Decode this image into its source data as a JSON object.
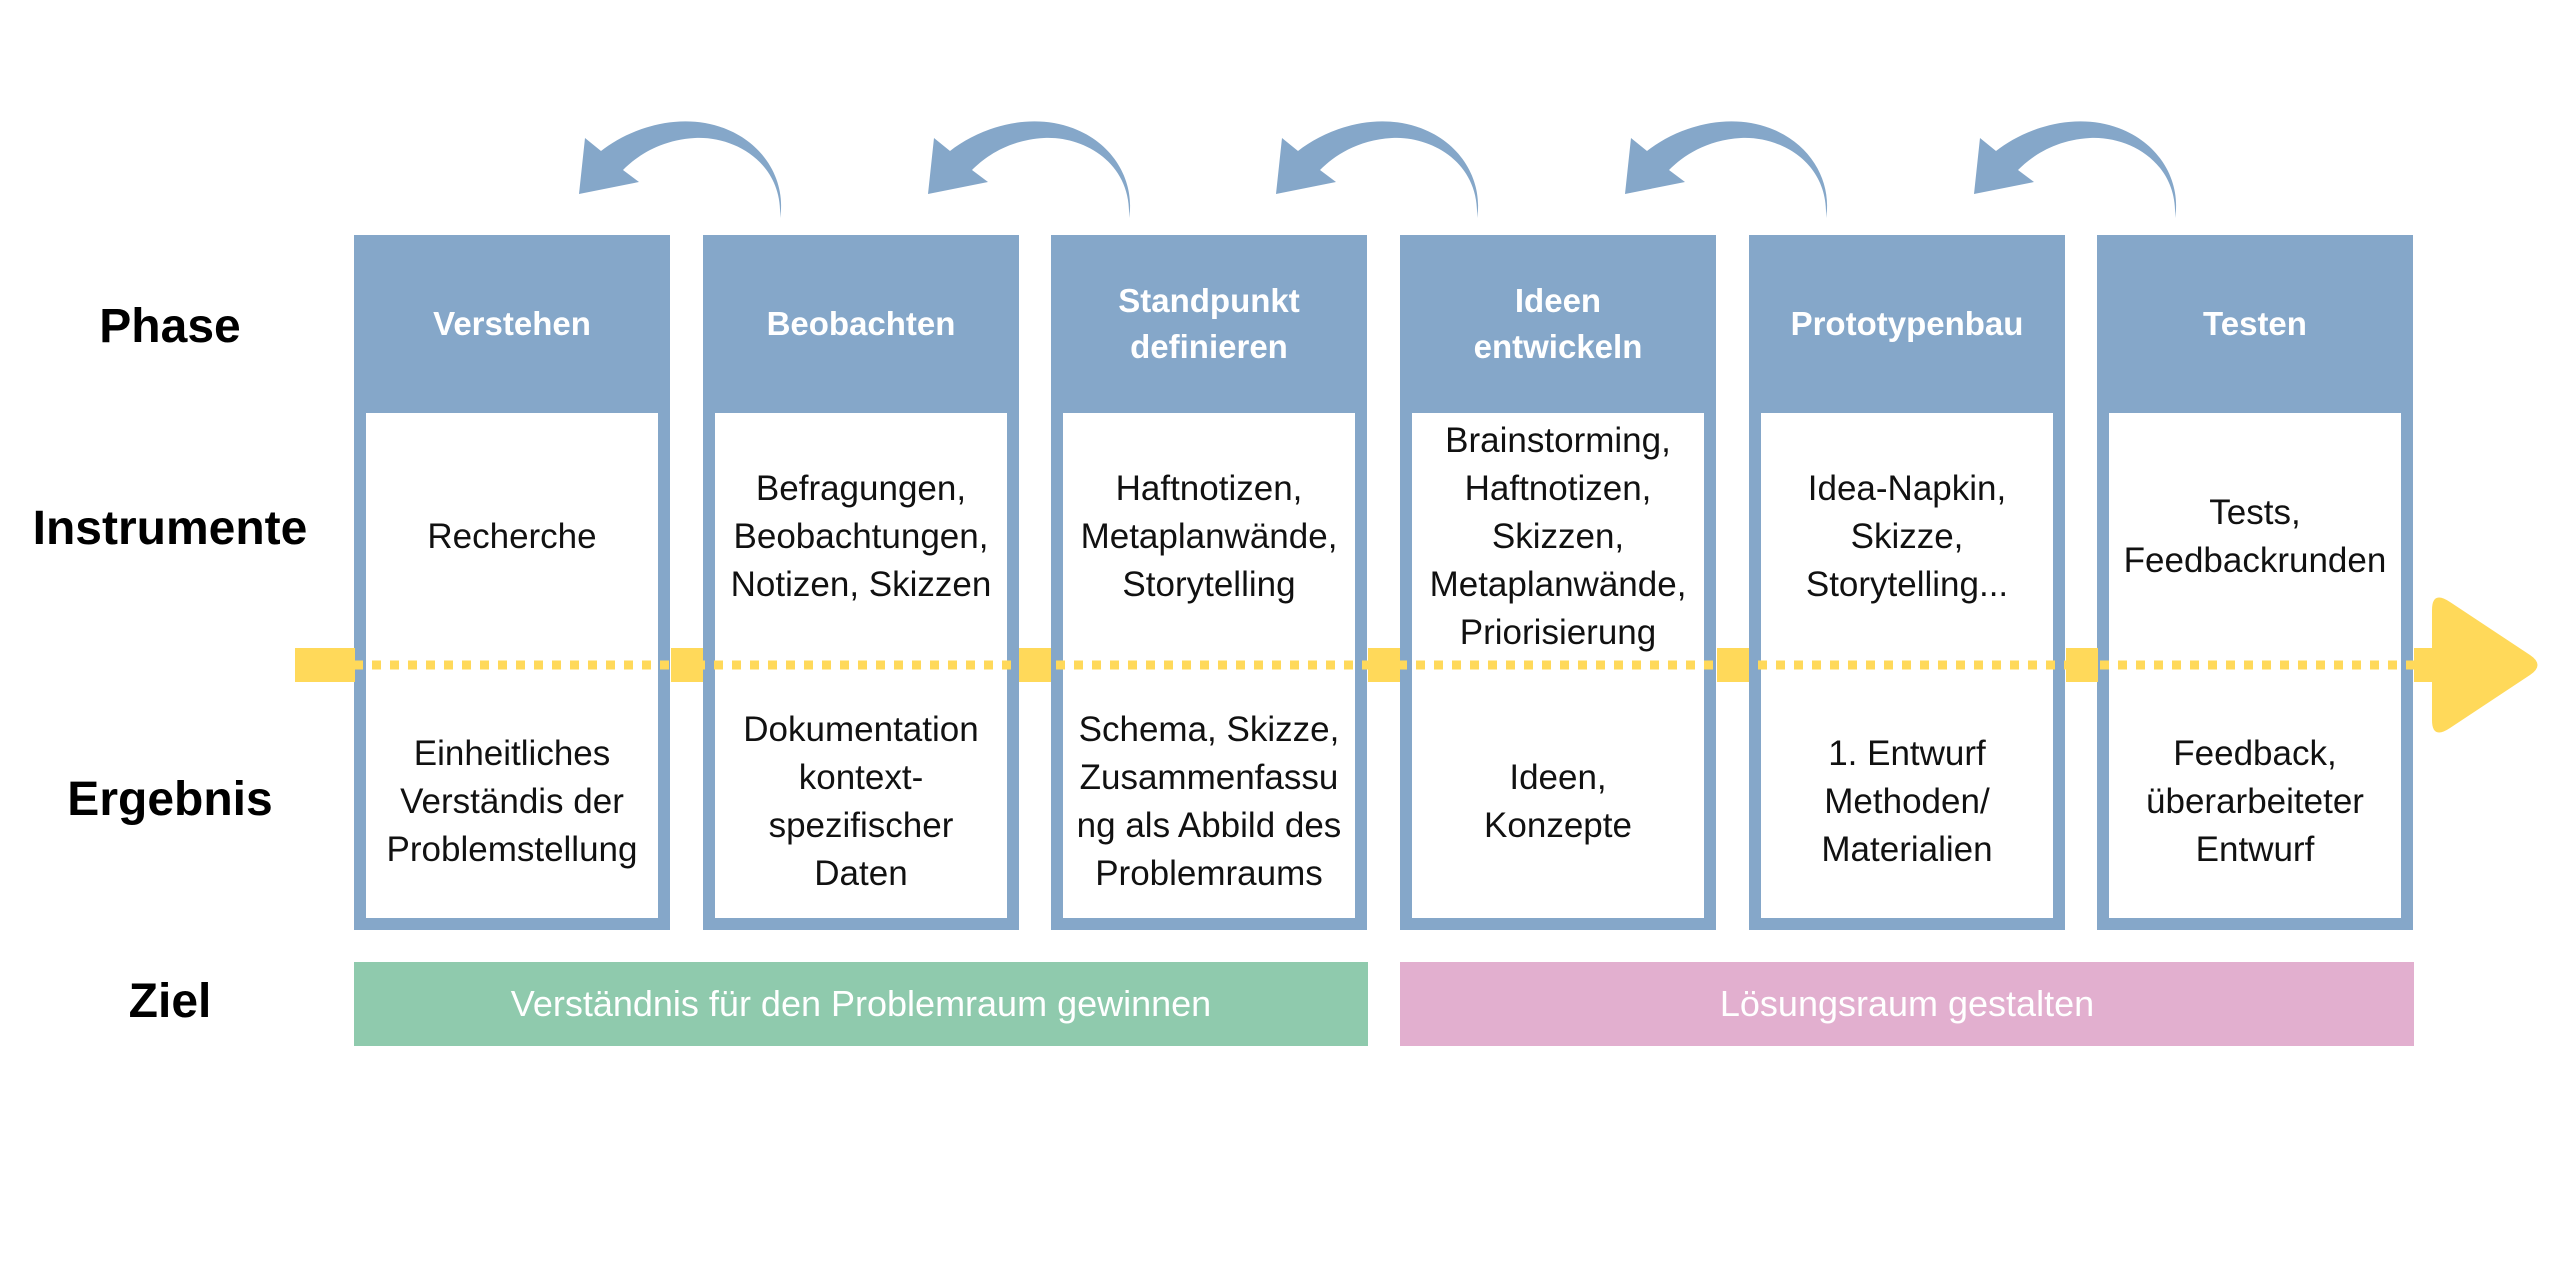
{
  "row_labels": {
    "phase": "Phase",
    "instrumente": "Instrumente",
    "ergebnis": "Ergebnis",
    "ziel": "Ziel"
  },
  "phases": [
    {
      "name": [
        "Verstehen"
      ],
      "instrumente": [
        "Recherche"
      ],
      "ergebnis": [
        "Einheitliches",
        "Verständis der",
        "Problemstellung"
      ]
    },
    {
      "name": [
        "Beobachten"
      ],
      "instrumente": [
        "Befragungen,",
        "Beobachtungen,",
        "Notizen, Skizzen"
      ],
      "ergebnis": [
        "Dokumentation",
        "kontext-",
        "spezifischer",
        "Daten"
      ]
    },
    {
      "name": [
        "Standpunkt",
        "definieren"
      ],
      "instrumente": [
        "Haftnotizen,",
        "Metaplanwände,",
        "Storytelling"
      ],
      "ergebnis": [
        "Schema, Skizze,",
        "Zusammenfassu",
        "ng als Abbild des",
        "Problemraums"
      ]
    },
    {
      "name": [
        "Ideen",
        "entwickeln"
      ],
      "instrumente": [
        "Brainstorming,",
        "Haftnotizen,",
        "Skizzen,",
        "Metaplanwände,",
        "Priorisierung"
      ],
      "ergebnis": [
        "Ideen,",
        "Konzepte"
      ]
    },
    {
      "name": [
        "Prototypenbau"
      ],
      "instrumente": [
        "Idea-Napkin,",
        "Skizze,",
        "Storytelling..."
      ],
      "ergebnis": [
        "1. Entwurf",
        "Methoden/",
        "Materialien"
      ]
    },
    {
      "name": [
        "Testen"
      ],
      "instrumente": [
        "Tests,",
        "Feedbackrunden"
      ],
      "ergebnis": [
        "Feedback,",
        "überarbeiteter",
        "Entwurf"
      ]
    }
  ],
  "goals": [
    {
      "label": "Verständnis für den Problemraum gewinnen",
      "color": "#8fcaad"
    },
    {
      "label": "Lösungsraum gestalten",
      "color": "#e2afcf"
    }
  ],
  "colors": {
    "column": "#85a7c9",
    "loop_arrow": "#85a7c9",
    "timeline": "#ffd95a"
  },
  "icons": [
    "loop-back-arrow-icon",
    "timeline-arrow-icon"
  ]
}
